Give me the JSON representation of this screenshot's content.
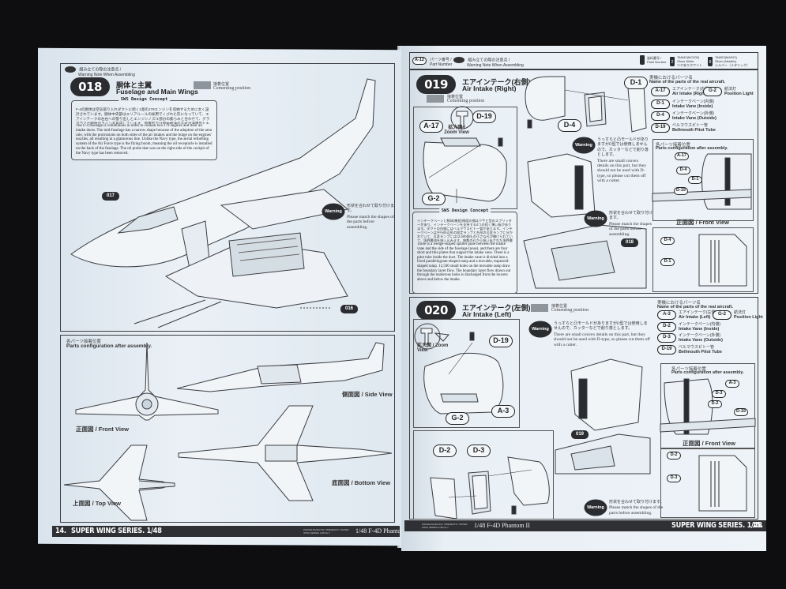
{
  "document": {
    "series": "SUPER WING SERIES",
    "scale": "1/48",
    "model": "1/48 F-4D Phantom II",
    "publisher_tiny": "ZOUKEI-MURA INC. PRESENTS / SUPER WING SERIES 1/48 No.7"
  },
  "left_page": {
    "page_number": "14.",
    "header_note": {
      "jp": "組み立ての際の注意点 /",
      "en": "Warning Note When Assembling"
    },
    "step": {
      "number": "018",
      "title_jp": "胴体と主翼",
      "title_en": "Fuselage and Main Wings",
      "cementing_jp": "接着位置",
      "cementing_en": "Cementing position"
    },
    "concept": {
      "title": "SWS Design Concept",
      "jp": "F-4の胴体は空気取り入れダクトに続く2基のJ79エンジンを収納するために太く設計されています。胴体中央部はエリアルールの採用でくびれた形になっていて、エアインテークの左右への張り出しとエンジンノズル部分の膨らみと合わせて、グラマラスな胴体のラインを形成しています。空軍型では空中給油の方式が海軍型とも異なってフライングブーム式になったため、胴体背面に受油リセプタクルが装備され、また海軍型でコックピット右側にあった受油プローブは廃止されています。",
      "en": "The F-4 fuselage is voluminous in order to contain two J79 engines and their air intake ducts. The mid-fuselage has a narrow shape because of the adoption of the area rule, with the protrusions on both sides of the air intakes and the bulge on the engines' nozzles, all resulting in a glamorous line. Unlike the Navy type, the aerial refuelling system of the Air Force type is the flying boom, meaning the oil receptacle is installed on the back of the fuselage. The oil probe that was on the right side of the cockpit of the Navy type has been removed."
    },
    "callouts": [
      "017",
      "016"
    ],
    "warning": {
      "badge": "Warning",
      "jp": "形状を合わせて取り付けます。",
      "en": "Please match the shapes of the parts before assembling."
    },
    "config": {
      "jp": "各パーツ接着位置",
      "en": "Parts configuration after assembly.",
      "views": {
        "front": "正面図 / Front View",
        "side": "側面図 / Side View",
        "bottom": "底面図 / Bottom View",
        "top": "上面図 / Top View"
      }
    }
  },
  "right_page": {
    "page_number": "15.",
    "part_number_note": {
      "badge": "A-12",
      "jp": "パーツ番号 /",
      "en": "Part Number"
    },
    "header_note": {
      "jp": "組み立ての際の注意点 /",
      "en": "Warning Note When Assembling"
    },
    "paints": [
      {
        "icon": "",
        "code": "塗料番号 /",
        "name": "Paint Number",
        "jp": ""
      },
      {
        "icon": "2",
        "code": "TAM42(MC005)",
        "name": "Gloss White",
        "jp": "ツヤありホワイト"
      },
      {
        "icon": "8",
        "code": "TAM53(MA002)",
        "name": "Silver (Metallic)",
        "jp": "シルバー（メタリック）"
      }
    ],
    "steps": [
      {
        "number": "019",
        "title_jp": "エアインテーク(右側)",
        "title_en": "Air Intake (Right)",
        "cementing_jp": "接着位置",
        "cementing_en": "Cementing position",
        "zoom_view": "拡大図 / Zoom View",
        "callouts": [
          "A-17",
          "D-19",
          "G-2",
          "D-1",
          "D-4",
          "018"
        ],
        "concept": {
          "title": "SWS Design Concept",
          "jp": "インテークベーンと胴体(機首)側面の間はクサビ型のスプリッターがあり、インテークベーンを支持する4つの短く薄い板があります。ダクトの内側にはベルマウスピトー管があります。インテークベーンは平行四辺形の固定ランプと台形の可変ランプに分かれていて、可変ランプには12,500個もの小さな孔が開けられていて、境界層流を吸い込みます。無数の孔から吸い出された境界層流はインテーク上下のルーバーから排出されます。",
          "en": "There is a wedge-shaped splitter plate between the intake vane and the side of the fuselage (nose), and there are four short and thin plates that support the intake vane. There is a pitot tube inside the duct. The intake vane is divided into a fixed parallelogram-shaped ramp and a movable, trapezoid-shaped ramp. 12,500 small holes on the movable ramp draw the boundary layer flow. The boundary layer flow drawn out through the numerous holes is discharged from the louvers above and below the intake."
        },
        "warnings": [
          {
            "badge": "Warning",
            "jp": "うっすらと凸モールドがありますがD型では使用しませんので、カッターなどで削り落とします。",
            "en": "There are small convex details on this part, but they should not be used with D-type, so please cut them off with a cutter."
          },
          {
            "badge": "Warning",
            "jp": "形状を合わせて取り付けます。",
            "en": "Please match the shapes of the parts before assembling."
          }
        ],
        "legend": {
          "jp": "実機におけるパーツ名",
          "en": "Name of the parts of the real aircraft.",
          "items": [
            {
              "code": "A-17",
              "jp": "エアインテーク(右側)",
              "en": "Air Intake (Right)"
            },
            {
              "code": "G-2",
              "jp": "航法灯",
              "en": "Position Light"
            },
            {
              "code": "D-1",
              "jp": "インテークベーン(内側)",
              "en": "Intake Vane (Inside)"
            },
            {
              "code": "D-4",
              "jp": "インテークベーン(外側)",
              "en": "Intake Vane (Outside)"
            },
            {
              "code": "D-19",
              "jp": "ベルマウスピトー管",
              "en": "Bellmouth Pitot Tube"
            }
          ]
        },
        "config": {
          "jp": "各パーツ接着位置",
          "en": "Parts configuration after assembly.",
          "callouts": [
            "A-17",
            "D-4",
            "D-1",
            "D-19"
          ],
          "front_view": "正面図 / Front View"
        }
      },
      {
        "number": "020",
        "title_jp": "エアインテーク(左側)",
        "title_en": "Air Intake (Left)",
        "cementing_jp": "接着位置",
        "cementing_en": "Cementing position",
        "zoom_view": "拡大図 / Zoom View",
        "callouts": [
          "D-19",
          "A-3",
          "G-2",
          "D-2",
          "D-3",
          "019"
        ],
        "warnings": [
          {
            "badge": "Warning",
            "jp": "うっすらと凸モールドがありますがD型では使用しませんので、カッターなどで削り落とします。",
            "en": "There are small convex details on this part, but they should not be used with D-type, so please cut them off with a cutter."
          },
          {
            "badge": "Warning",
            "jp": "形状を合わせて取り付けます。",
            "en": "Please match the shapes of the parts before assembling."
          }
        ],
        "legend": {
          "jp": "実機におけるパーツ名",
          "en": "Name of the parts of the real aircraft.",
          "items": [
            {
              "code": "A-3",
              "jp": "エアインテーク(左側)",
              "en": "Air Intake (Left)"
            },
            {
              "code": "G-2",
              "jp": "航法灯",
              "en": "Position Light"
            },
            {
              "code": "D-2",
              "jp": "インテークベーン(内側)",
              "en": "Intake Vane (Inside)"
            },
            {
              "code": "D-3",
              "jp": "インテークベーン(外側)",
              "en": "Intake Vane (Outside)"
            },
            {
              "code": "D-19",
              "jp": "ベルマウスピトー管",
              "en": "Bellmouth Pitot Tube"
            }
          ]
        },
        "config": {
          "jp": "各パーツ接着位置",
          "en": "Parts configuration after assembly.",
          "callouts": [
            "A-3",
            "D-3",
            "D-2",
            "D-19"
          ],
          "front_view": "正面図 / Front View"
        }
      }
    ]
  }
}
